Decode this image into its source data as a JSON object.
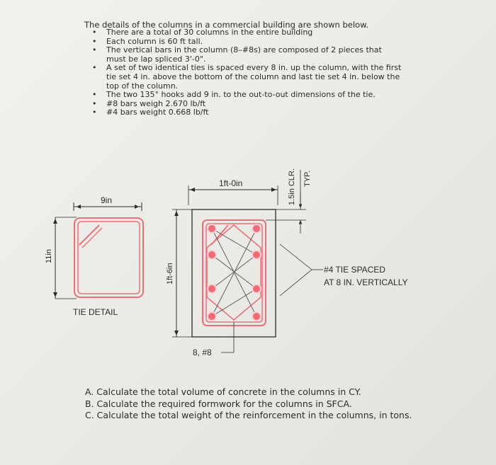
{
  "intro": "The details of the columns in a commercial building are shown below.",
  "bullets": [
    {
      "l1": "There are a total of 30 columns in the entire building"
    },
    {
      "l1": "Each column is 60 ft tall."
    },
    {
      "l1": "The vertical bars in the column (8–#8s) are composed of 2 pieces that",
      "l2": "must be lap spliced 3'-0\"."
    },
    {
      "l1": "A set of two identical ties is spaced every 8 in. up the column, with the first",
      "l2": "tie set 4 in. above the bottom of the column and last tie set 4 in. below the",
      "l3": "top of the column."
    },
    {
      "l1": "The two 135° hooks add 9 in. to the out-to-out dimensions of the tie."
    },
    {
      "l1": "#8 bars weigh 2.670 lb/ft"
    },
    {
      "l1": "#4 bars weight 0.668 lb/ft"
    }
  ],
  "figure": {
    "tie_width": "9in",
    "tie_height": "11in",
    "tie_detail": "TIE DETAIL",
    "col_width": "1ft-0in",
    "col_height": "1ft-6in",
    "clear_cover": "1.5in CLR.",
    "typ": "TYP.",
    "bars": "8, #8",
    "tie_note_1": "#4 TIE SPACED",
    "tie_note_2": "AT 8 IN. VERTICALLY"
  },
  "questions": [
    "A. Calculate the total volume of concrete in the columns in CY.",
    "B. Calculate the required formwork for the columns in SFCA.",
    "C. Calculate the total weight of the reinforcement in the columns, in tons."
  ],
  "colors": {
    "ink": "#2b2b2b",
    "rebar": "#e8707a",
    "bar_fill": "#ef6b75"
  }
}
